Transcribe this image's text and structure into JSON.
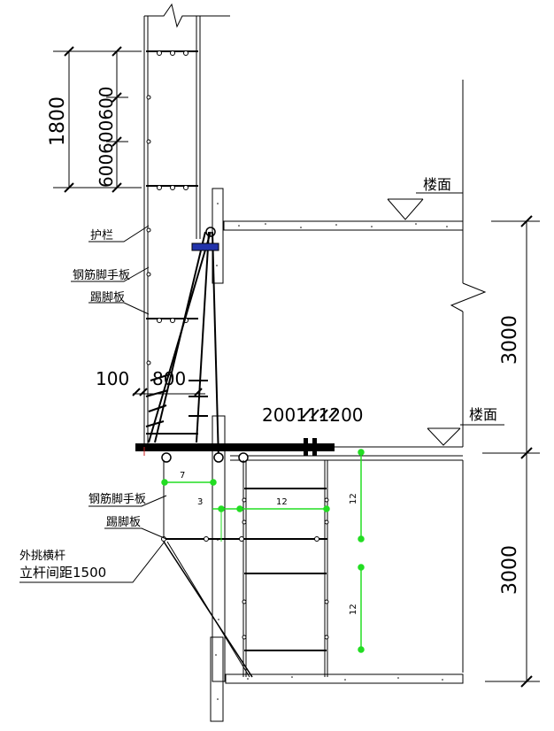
{
  "labels": {
    "floor_upper": "楼面",
    "floor_lower": "楼面",
    "guardrail": "护栏",
    "rebar_scaffold_board_upper": "钢筋脚手板",
    "toe_board_upper": "踢脚板",
    "rebar_scaffold_board_lower": "钢筋脚手板",
    "toe_board_lower": "踢脚板",
    "outrigger_bar": "外挑横杆",
    "pole_spacing": "立杆间距1500"
  },
  "dimensions": {
    "guardrail_total": "1800",
    "guardrail_segments": "600600600",
    "left_offset": "100",
    "width_800": "800",
    "beam_spacing": "200111200",
    "storey_upper": "3000",
    "storey_lower": "3000",
    "small_7": "7",
    "small_3": "3",
    "small_12_horizontal": "12",
    "small_12_vertical_upper": "12",
    "small_12_vertical_lower": "12"
  },
  "colors": {
    "line": "#000000",
    "dimension_green": "#22dd22",
    "clamp_blue": "#2233aa",
    "accent_red": "#cc2222"
  }
}
